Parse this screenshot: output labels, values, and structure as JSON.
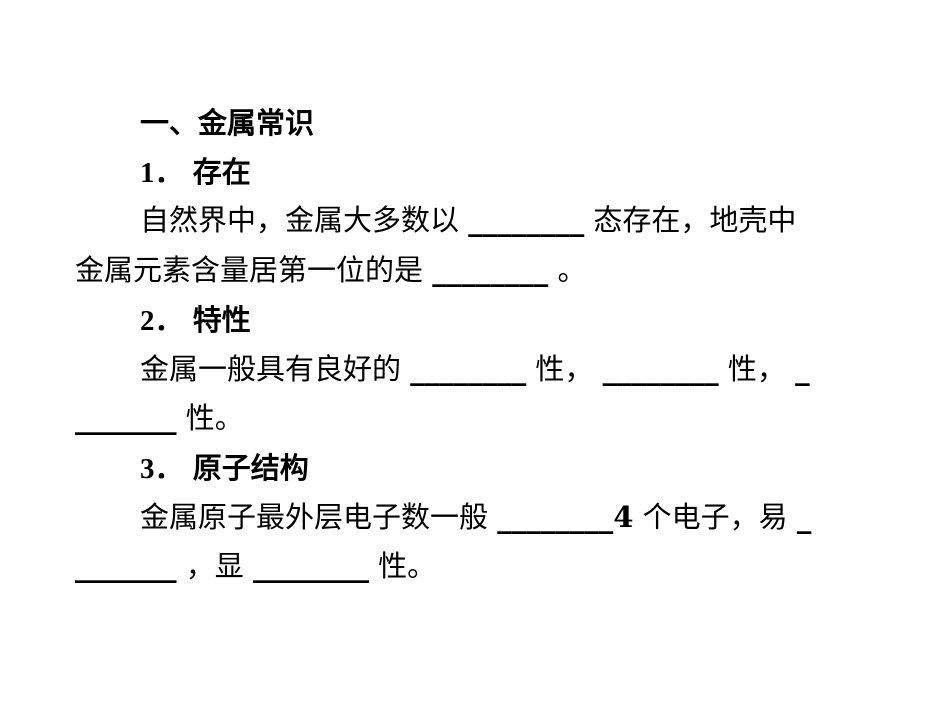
{
  "section_heading": "一、金属常识",
  "items": [
    {
      "number": "1．",
      "title": "存在",
      "lines": [
        {
          "t1": "自然界中，金属大多数以 ",
          "b1": "________",
          "t2": " 态存在，地壳中"
        },
        {
          "t1": "金属元素含量居第一位的是 ",
          "b1": "________",
          "t2": " 。"
        }
      ]
    },
    {
      "number": "2．",
      "title": "特性",
      "lines": [
        {
          "t1": "金属一般具有良好的 ",
          "b1": "________",
          "t2": " 性， ",
          "b2": "________",
          "t3": " 性， ",
          "b3": "_"
        },
        {
          "b1": "_______",
          "t1": " 性。"
        }
      ]
    },
    {
      "number": "3．",
      "title": "原子结构",
      "lines": [
        {
          "t1": "金属原子最外层电子数一般 ",
          "b1": "________4",
          "t2": " 个电子，易 ",
          "b2": "_"
        },
        {
          "b1": "_______",
          "t1": " ，显 ",
          "b2": "________",
          "t2": " 性。"
        }
      ]
    }
  ]
}
